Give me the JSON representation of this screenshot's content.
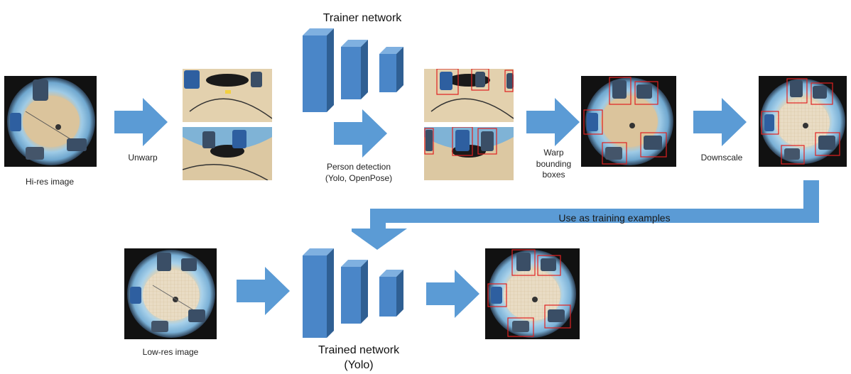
{
  "labels": {
    "hires": "Hi-res image",
    "unwarp": "Unwarp",
    "trainer": "Trainer network",
    "person_detection_1": "Person detection",
    "person_detection_2": "(Yolo, OpenPose)",
    "warp_1": "Warp",
    "warp_2": "bounding",
    "warp_3": "boxes",
    "downscale": "Downscale",
    "training_examples": "Use as training examples",
    "lowres": "Low-res image",
    "trained_1": "Trained network",
    "trained_2": "(Yolo)"
  },
  "colors": {
    "arrow": "#5b9bd5",
    "block": "#4a86c8",
    "block_dark": "#2f5f93",
    "block_top": "#7fb0e0",
    "bbox": "#e02020",
    "floor": "#d9c7a3",
    "lens": "#8fc3e0"
  },
  "icons": {
    "arrow": "right-arrow-icon",
    "bend_arrow": "bent-arrow-icon",
    "network": "network-blocks-icon"
  }
}
